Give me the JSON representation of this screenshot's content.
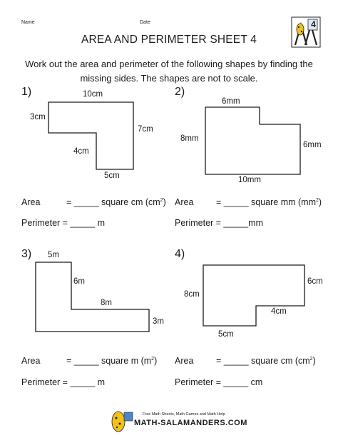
{
  "header": {
    "name_label": "Name",
    "date_label": "Date",
    "badge_number": "4"
  },
  "title": "AREA AND PERIMETER SHEET 4",
  "instructions": "Work out the area and perimeter of the following shapes by finding the missing sides. The shapes are not to scale.",
  "problems": [
    {
      "number": "1)",
      "side_labels": [
        "10cm",
        "3cm",
        "7cm",
        "4cm",
        "5cm"
      ],
      "area": {
        "label": "Area",
        "blank": "= _____ square cm (cm",
        "exp": "2",
        "close": ")"
      },
      "perimeter": {
        "text": "Perimeter = _____ m"
      }
    },
    {
      "number": "2)",
      "side_labels": [
        "6mm",
        "8mm",
        "6mm",
        "10mm"
      ],
      "area": {
        "label": "Area",
        "blank": "= _____ square mm (mm",
        "exp": "2",
        "close": ")"
      },
      "perimeter": {
        "text": "Perimeter = _____mm"
      }
    },
    {
      "number": "3)",
      "side_labels": [
        "5m",
        "6m",
        "8m",
        "3m"
      ],
      "area": {
        "label": "Area",
        "blank": "= _____ square m (m",
        "exp": "2",
        "close": ")"
      },
      "perimeter": {
        "text": "Perimeter = _____ m"
      }
    },
    {
      "number": "4)",
      "side_labels": [
        "6cm",
        "8cm",
        "4cm",
        "5cm"
      ],
      "area": {
        "label": "Area",
        "blank": "= _____ square cm (cm",
        "exp": "2",
        "close": ")"
      },
      "perimeter": {
        "text": "Perimeter = _____ cm"
      }
    }
  ],
  "footer": {
    "logo_text": "MATH-SALAMANDERS.COM",
    "tagline": "Free Math Sheets, Math Games and Math Help"
  }
}
